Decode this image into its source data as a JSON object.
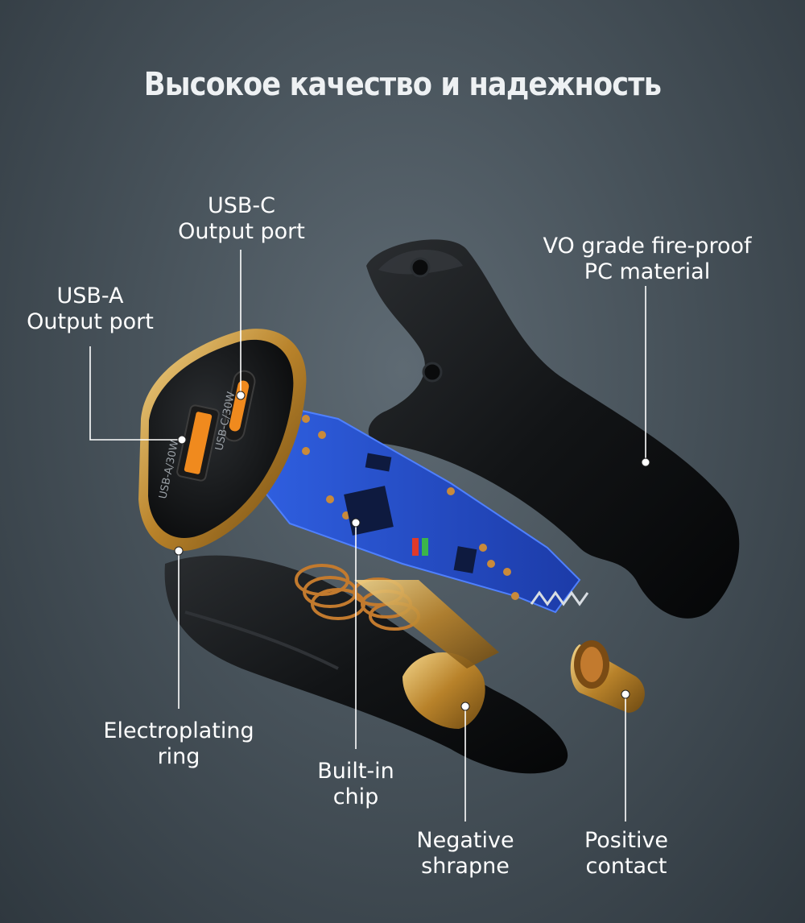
{
  "title": "Высокое качество и надежность",
  "labels": {
    "usb_c": {
      "line1": "USB-C",
      "line2": "Output port"
    },
    "usb_a": {
      "line1": "USB-A",
      "line2": "Output port"
    },
    "housing": {
      "line1": "VO grade fire-proof",
      "line2": "PC material"
    },
    "ring": {
      "line1": "Electroplating",
      "line2": "ring"
    },
    "chip": {
      "line1": "Built-in",
      "line2": "chip"
    },
    "negative": {
      "line1": "Negative",
      "line2": "shrapne"
    },
    "positive": {
      "line1": "Positive",
      "line2": "contact"
    }
  },
  "port_marks": {
    "usb_a": "USB-A/30W",
    "usb_c": "USB-C/30W"
  },
  "colors": {
    "background": "#48535b",
    "pcb_blue": "#2a4fc7",
    "gold": "#c99a3a",
    "usb_orange": "#f08a1e",
    "shell": "#101214"
  }
}
